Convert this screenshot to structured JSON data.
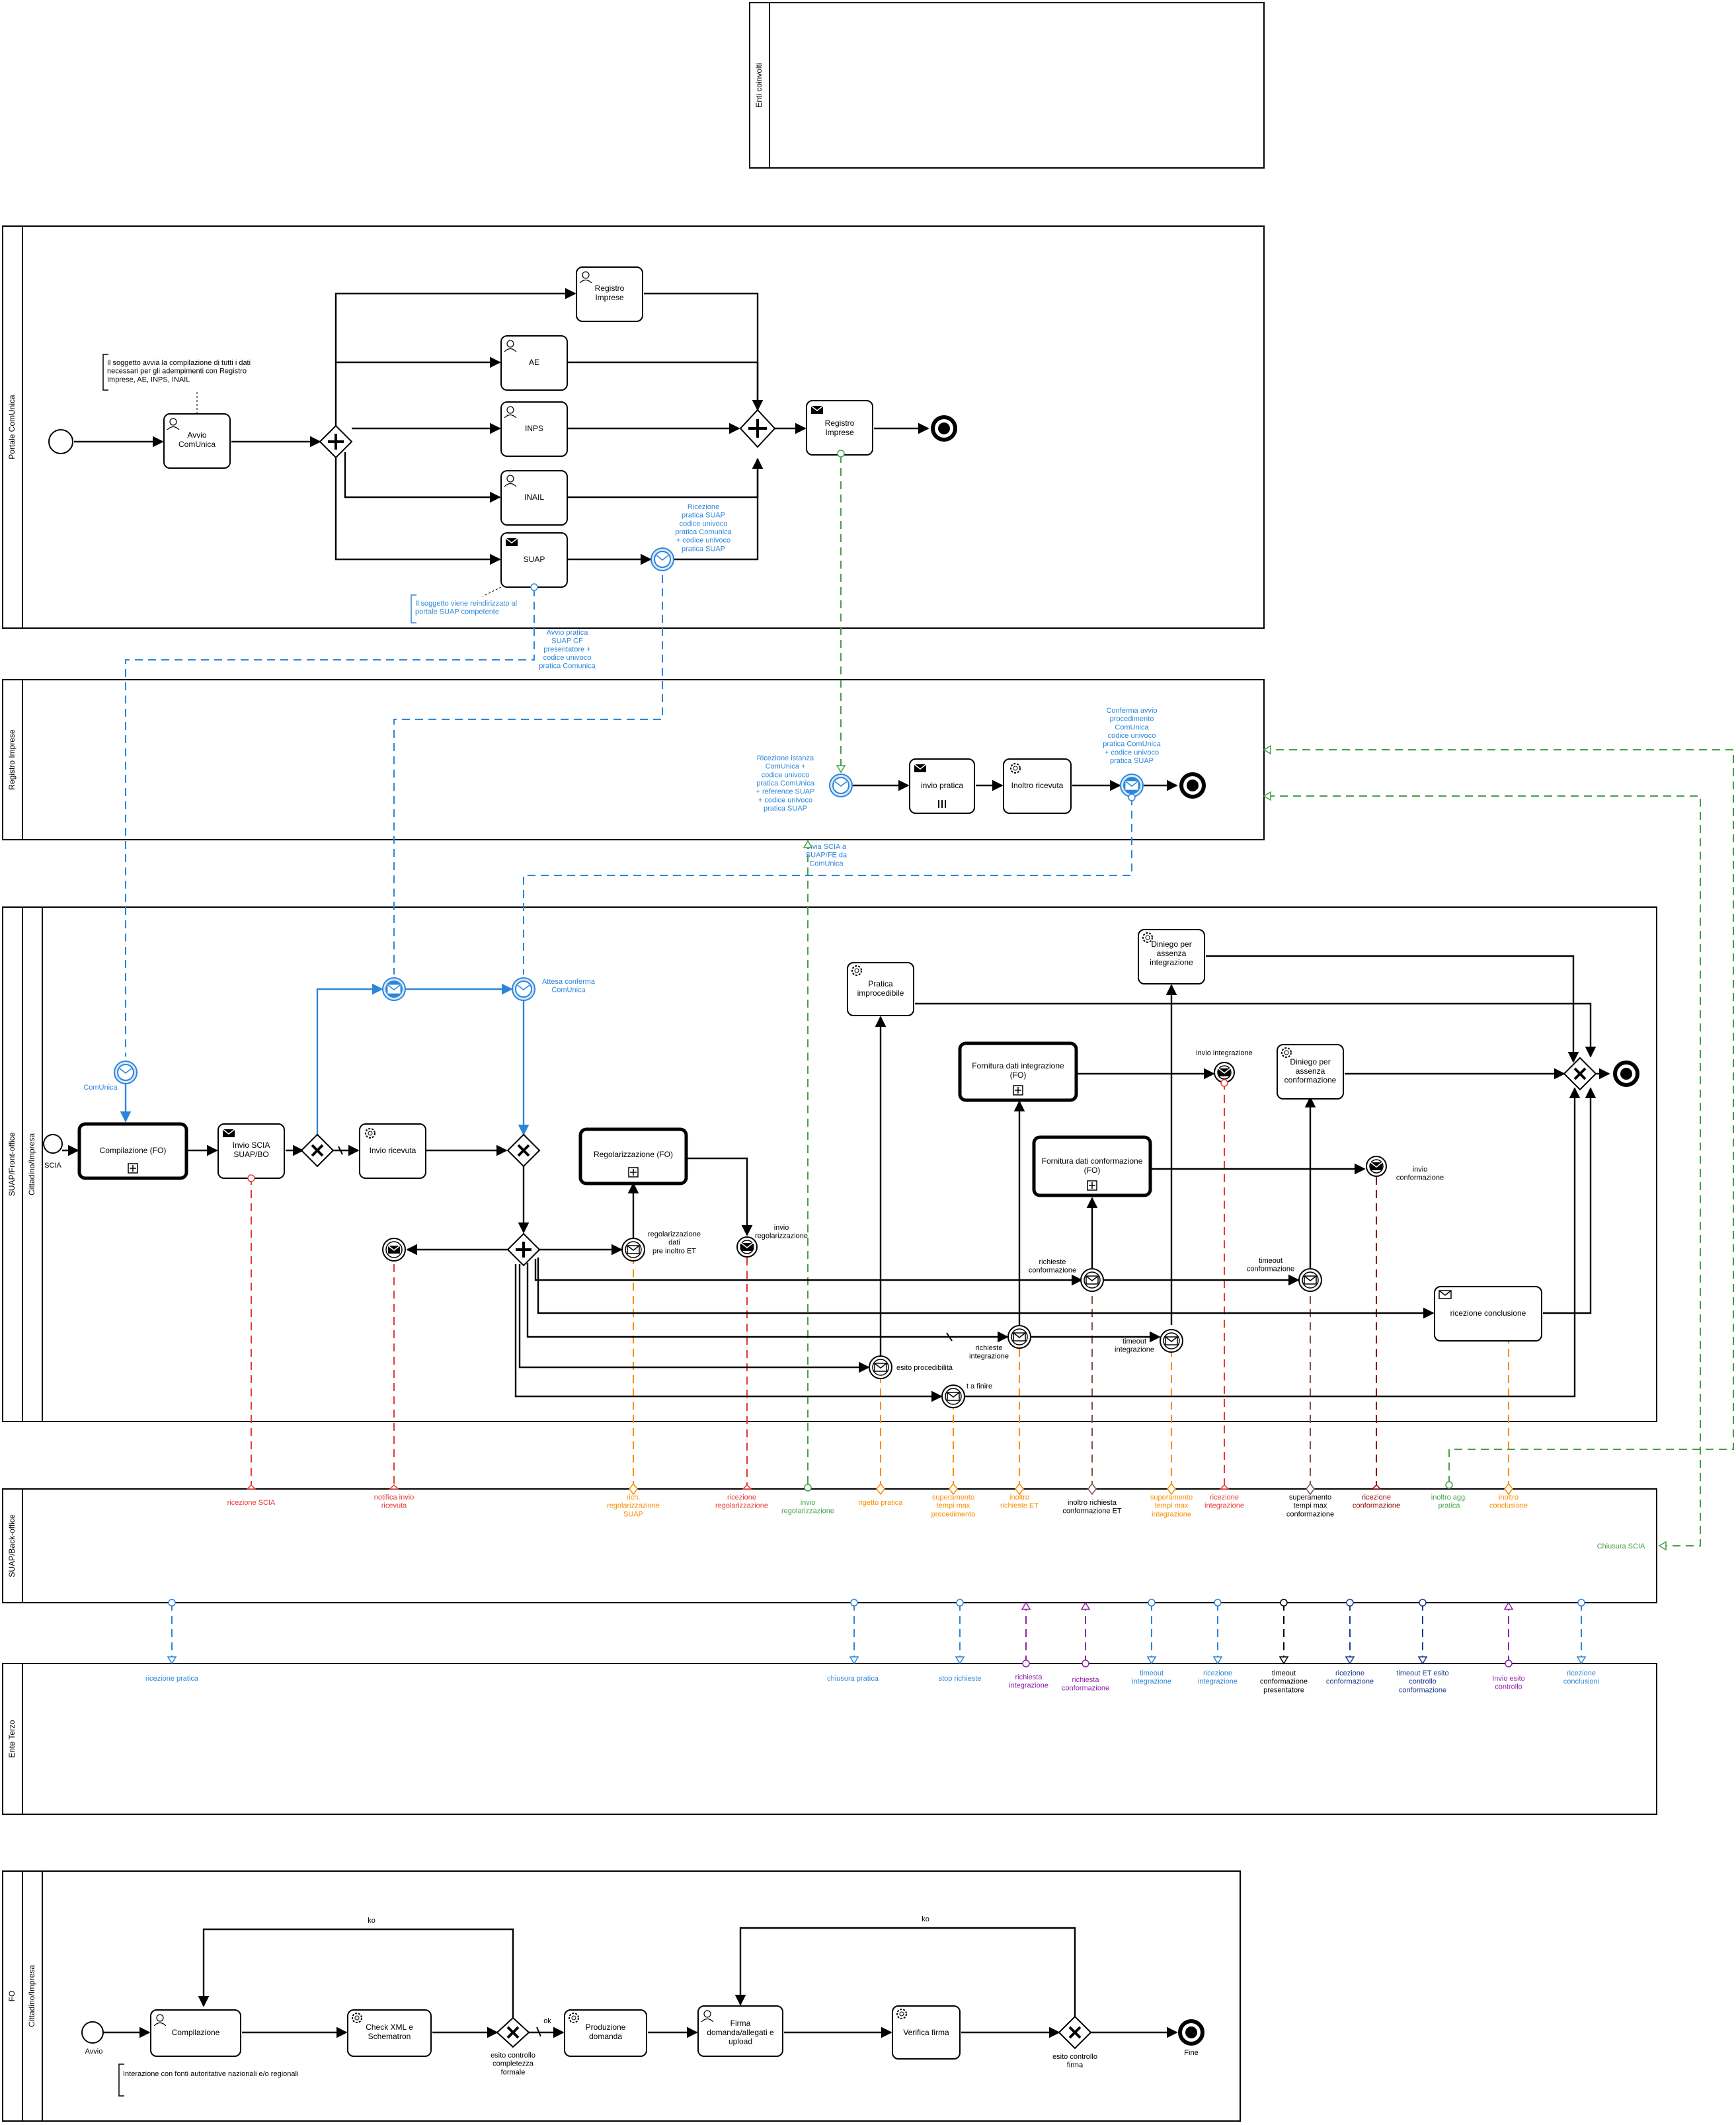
{
  "colors": {
    "black": "#000000",
    "blue": "#2b86d9",
    "red": "#e53935",
    "green": "#43a047",
    "orange": "#fb8c00",
    "brown": "#795548",
    "purple": "#8e24aa",
    "navy": "#1a3a8f",
    "darkred": "#8b0000"
  },
  "pools": [
    {
      "id": "enti",
      "label": "Enti coinvolti"
    },
    {
      "id": "comunica",
      "label": "Portale ComUnica"
    },
    {
      "id": "registro",
      "label": "Registro Imprese"
    },
    {
      "id": "suapfo",
      "label": "SUAP/Front-office",
      "lane": "Cittadino/Impresa"
    },
    {
      "id": "suapbo",
      "label": "SUAP/Back-office"
    },
    {
      "id": "ente",
      "label": "Ente Terzo"
    },
    {
      "id": "fo",
      "label": "FO",
      "lane": "Cittadino/Impresa"
    }
  ],
  "tasks": {
    "registro_imprese_1": "Registro\nImprese",
    "ae": "AE",
    "inps": "INPS",
    "inail": "INAIL",
    "suap": "SUAP",
    "avvio_comunica": "Avvio\nComUnica",
    "registro_imprese_2": "Registro\nImprese",
    "invio_pratica": "invio pratica",
    "inoltro_ricevuta": "Inoltro ricevuta",
    "compilazione_fo": "Compilazione (FO)",
    "invio_scia": "Invio SCIA\nSUAP/BO",
    "invio_ricevuta": "Invio ricevuta",
    "regolarizzazione_fo": "Regolarizzazione (FO)",
    "pratica_improcedibile": "Pratica\nimprocedibile",
    "diniego_integrazione": "Diniego per\nassenza\nintegrazione",
    "fornitura_integrazione": "Fornitura dati integrazione\n(FO)",
    "diniego_conformazione": "Diniego per\nassenza\nconformazione",
    "fornitura_conformazione": "Fornitura dati conformazione\n(FO)",
    "ricezione_conclusione": "ricezione conclusione",
    "compilazione": "Compilazione",
    "check_xml": "Check XML e\nSchematron",
    "produzione_domanda": "Produzione\ndomanda",
    "firma_domanda": "Firma\ndomanda/allegati e\nupload",
    "verifica_firma": "Verifica firma"
  },
  "annotations": {
    "comunica_note": "Il soggetto avvia la compilazione di tutti i dati\nnecessari per gli adempimenti con Registro\nImprese, AE, INPS, INAIL",
    "suap_note": "Il soggetto viene reindirizzato al\nportale SUAP competente",
    "fo_note": "Interazione con fonti autoritative nazionali e/o regionali"
  },
  "event_labels": {
    "ricezione_pratica_suap": "Ricezione\npratica SUAP\ncodice univoco\npratica Comunica\n+ codice univoco\npratica SUAP",
    "avvio_pratica": "Avvio pratica\nSUAP CF\npresentatore +\ncodice univoco\npratica Comunica",
    "ricezione_istanza": "Ricezione istanza\nComUnica +\ncodice univoco\npratica ComUnica\n+ reference SUAP\n+ codice univoco\npratica SUAP",
    "conferma_avvio": "Conferma avvio\nprocedimento\nComUnica\ncodice univoco\npratica ComUnica\n+ codice univoco\npratica SUAP",
    "invia_scia": "invia SCIA a\nSUAP/FE da\nComUnica",
    "comunica": "ComUnica",
    "scia": "SCIA",
    "attesa_conferma": "Attesa conferma\nComUnica",
    "regolarizzazione_dati": "regolarizzazione\ndati\npre inoltro ET",
    "invio_regolarizzazione": "invio\nregolarizzazione",
    "invio_integrazione": "invio integrazione",
    "invio_conformazione": "invio\nconformazione",
    "richieste_conformazione": "richieste\nconformazione",
    "timeout_conformazione": "timeout\nconformazione",
    "richieste_integrazione": "richieste\nintegrazione",
    "timeout_integrazione": "timeout\nintegrazione",
    "esito_procedibilita": "esito procedibilità",
    "t_a_finire": "t a finire",
    "avvio_fo": "Avvio",
    "fine_fo": "Fine",
    "esito_completezza": "esito controllo\ncompletezza\nformale",
    "esito_firma": "esito controllo\nfirma",
    "ok": "ok",
    "ko": "ko"
  },
  "bo_labels": {
    "ricezione_scia": "ricezione SCIA",
    "notifica_ricevuta": "notifica invio\nricevuta",
    "rich_regolarizzazione": "rich.\nregolarizzazione\nSUAP",
    "ricezione_regolarizzazione": "ricezione\nregolarizzazione",
    "invio_regolarizzazione": "invio\nregolarizzazione",
    "rigetto_pratica": "rigetto pratica",
    "superamento_tempi": "superamento\ntempi max\nprocedimento",
    "inoltro_richieste_et": "inoltro\nrichieste ET",
    "inoltro_richiesta_conformazione": "inoltro richiesta\nconformazione ET",
    "superamento_integrazione": "superamento\ntempi max\nintegrazione",
    "ricezione_integrazione": "ricezione\nintegrazione",
    "superamento_conformazione": "superamento\ntempi max\nconformazione",
    "ricezione_conformazione": "ricezione\nconformazione",
    "inoltro_agg_pratica": "inoltro agg.\npratica",
    "inoltro_conclusione": "inoltro\nconclusione",
    "chiusura_scia": "Chiusura SCIA"
  },
  "et_labels": {
    "ricezione_pratica": "ricezione pratica",
    "chiusura_pratica": "chiusura pratica",
    "stop_richieste": "stop richieste",
    "richiesta_integrazione": "richiesta\nintegrazione",
    "richiesta_conformazione": "richiesta\nconformazione",
    "timeout_integrazione": "timeout\nintegrazione",
    "ricezione_integrazione": "ricezione\nintegrazione",
    "timeout_conformazione": "timeout\nconformazione\npresentatore",
    "ricezione_conformazione": "ricezione\nconformazione",
    "timeout_et": "timeout ET esito\ncontrollo\nconformazione",
    "invio_esito": "Invio esito\ncontrollo",
    "ricezione_conclusioni": "ricezione\nconclusioni"
  }
}
